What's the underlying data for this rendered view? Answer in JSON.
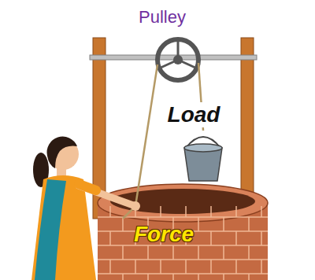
{
  "diagram": {
    "title": "Pulley",
    "labels": [
      "Load",
      "Force"
    ]
  }
}
